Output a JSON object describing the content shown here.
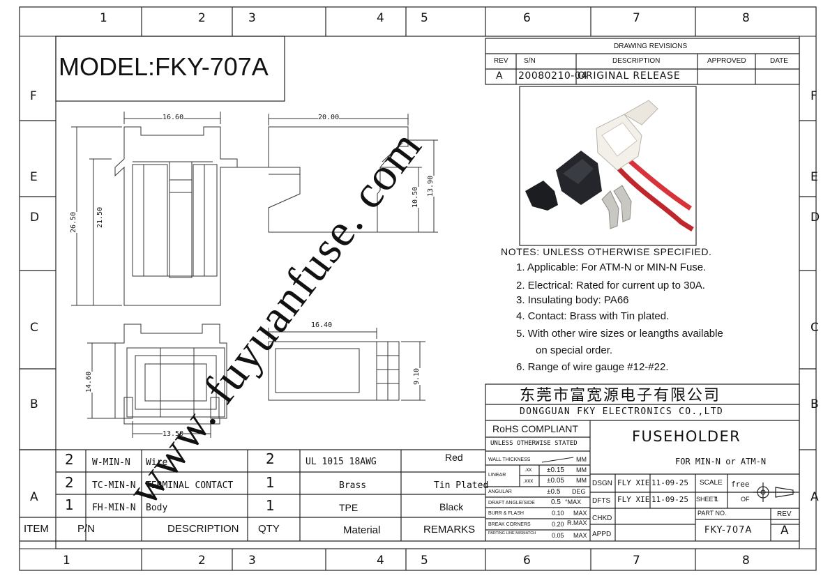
{
  "border": {
    "columns_top": [
      "1",
      "2",
      "3",
      "4",
      "5",
      "6",
      "7",
      "8"
    ],
    "columns_bottom": [
      "1",
      "2",
      "3",
      "4",
      "5",
      "6",
      "7",
      "8"
    ],
    "rows_left": [
      "F",
      "E",
      "D",
      "C",
      "B",
      "A"
    ],
    "rows_right": [
      "F",
      "E",
      "D",
      "C",
      "B",
      "A"
    ]
  },
  "model_title": "MODEL:FKY-707A",
  "revisions": {
    "title": "DRAWING REVISIONS",
    "headers": {
      "rev": "REV",
      "sn": "S/N",
      "description": "DESCRIPTION",
      "approved": "APPROVED",
      "date": "DATE"
    },
    "rows": [
      {
        "rev": "A",
        "sn": "20080210-04",
        "description": "ORIGINAL RELEASE",
        "approved": "",
        "date": ""
      }
    ]
  },
  "dimensions": {
    "top_width": "16.60",
    "side_width": "20.00",
    "height_outer": "26.50",
    "height_inner": "21.50",
    "side_height_inner": "10.50",
    "side_height_outer": "13.90",
    "bottom_width": "16.40",
    "bottom_height": "14.60",
    "bottom_side_height": "9.10",
    "bottom_base_width": "13.50"
  },
  "notes": {
    "header": "NOTES: UNLESS OTHERWISE SPECIFIED.",
    "items": [
      "1.  Applicable: For ATM-N or MIN-N Fuse.",
      "2. Electrical: Rated for current up to 30A.",
      "3. Insulating body: PA66",
      "4. Contact: Brass with Tin plated.",
      "5. With other wire sizes or leangths available",
      "on special order.",
      "6. Range of wire gauge #12-#22."
    ]
  },
  "watermark": "www. fuyuanfuse. com",
  "company": {
    "name_cn": "东莞市富宽源电子有限公司",
    "name_en": "DONGGUAN FKY ELECTRONICS CO.,LTD"
  },
  "title_block": {
    "rohs": "RoHS COMPLIANT",
    "unless": "UNLESS OTHERWISE STATED",
    "product": "FUSEHOLDER",
    "for": "FOR MIN-N or ATM-N",
    "wall_thickness": "WALL THICKNESS",
    "wall_unit": "MM",
    "linear": "LINEAR",
    "xx": ".xx",
    "xx_val": "±0.15",
    "xx_unit": "MM",
    "xxx": ".xxx",
    "xxx_val": "±0.05",
    "xxx_unit": "MM",
    "angular": "ANGULAR",
    "angular_val": "±0.5",
    "angular_unit": "DEG",
    "draft": "DRAFT ANGLE/SIDE",
    "draft_val": "0.5",
    "draft_unit": "°MAX",
    "burr": "BURR & FLASH",
    "burr_val": "0.10",
    "burr_unit": "MAX",
    "break": "BREAK   CORNERS",
    "break_val": "0.20",
    "break_unit": "R.MAX",
    "parting": "PARTING LINE MISMATCH",
    "parting_val": "0.05",
    "parting_unit": "MAX",
    "dsgn": "DSGN",
    "dsgn_name": "FLY XIE",
    "dsgn_date": "11-09-25",
    "dfts": "DFTS",
    "dfts_name": "FLY XIE",
    "dfts_date": "11-09-25",
    "chkd": "CHKD",
    "appd": "APPD",
    "scale": "SCALE",
    "scale_val": "free",
    "sheet": "SHEET",
    "sheet_val": "1",
    "sheet_of": "OF",
    "part_no": "PART NO.",
    "part_no_val": "FKY-707A",
    "rev": "REV",
    "rev_val": "A"
  },
  "bom": {
    "headers": {
      "item": "ITEM",
      "pn": "P/N",
      "description": "DESCRIPTION",
      "qty": "QTY",
      "material": "Material",
      "remarks": "REMARKS"
    },
    "rows": [
      {
        "item": "2",
        "pn": "W-MIN-N",
        "description": "Wire",
        "qty": "2",
        "material": "UL 1015 18AWG",
        "remarks": "Red"
      },
      {
        "item": "2",
        "pn": "TC-MIN-N",
        "description": "TERMINAL CONTACT",
        "qty": "1",
        "material": "Brass",
        "remarks": "Tin Plated"
      },
      {
        "item": "1",
        "pn": "FH-MIN-N",
        "description": "Body",
        "qty": "1",
        "material": "TPE",
        "remarks": "Black"
      }
    ]
  }
}
